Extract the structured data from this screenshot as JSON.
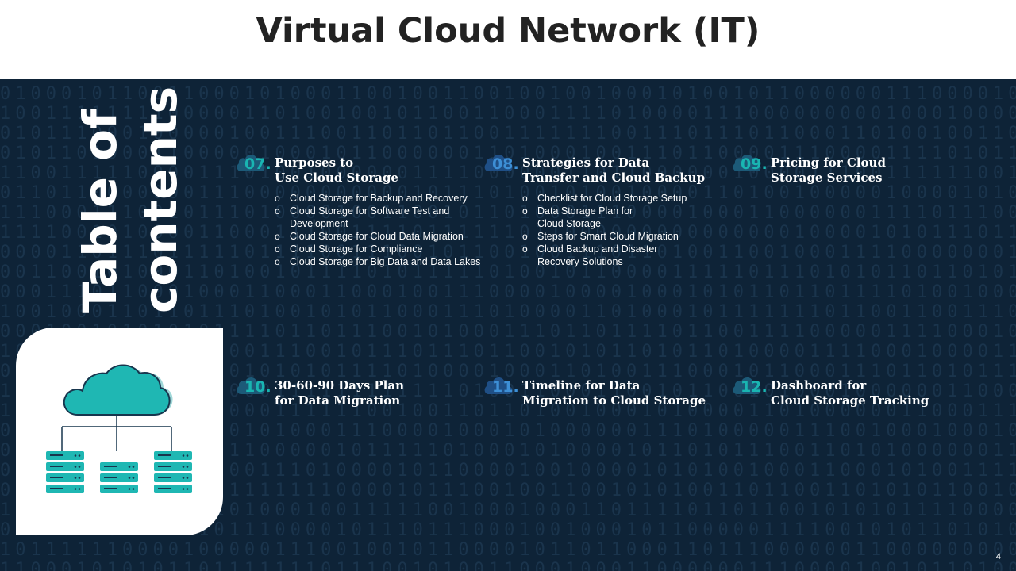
{
  "title": "Virtual Cloud Network (IT)",
  "vertical_title": [
    "Table of",
    "contents"
  ],
  "items": [
    {
      "number": "07.",
      "heading": [
        "Purposes to",
        "Use Cloud Storage"
      ],
      "bullets": [
        "Cloud Storage for Backup and Recovery",
        "Cloud Storage for Software Test and Development",
        "Cloud Storage for Cloud Data Migration",
        "Cloud Storage for Compliance",
        "Cloud Storage for Big Data and Data Lakes"
      ]
    },
    {
      "number": "08.",
      "heading": [
        "Strategies for Data",
        "Transfer and Cloud Backup"
      ],
      "bullets": [
        "Checklist for Cloud Storage Setup",
        "Data Storage Plan for Cloud Storage",
        "Steps for Smart Cloud Migration",
        "Cloud Backup and Disaster Recovery  Solutions"
      ]
    },
    {
      "number": "09.",
      "heading": [
        "Pricing for Cloud",
        "Storage Services"
      ],
      "bullets": []
    },
    {
      "number": "10.",
      "heading": [
        "30-60-90  Days Plan",
        "for Data Migration"
      ],
      "bullets": []
    },
    {
      "number": "11.",
      "heading": [
        "Timeline for Data",
        "Migration to Cloud Storage"
      ],
      "bullets": []
    },
    {
      "number": "12.",
      "heading": [
        "Dashboard for",
        "Cloud Storage Tracking"
      ],
      "bullets": []
    }
  ],
  "page_number": "4",
  "colors": {
    "background": "#0e2337",
    "teal_accent": "#19b5b2",
    "blue_accent": "#3d8fd6",
    "title_text": "#222222"
  },
  "icons": {
    "item_marker": "cloud-icon",
    "illustration": "cloud-server-network-icon"
  }
}
